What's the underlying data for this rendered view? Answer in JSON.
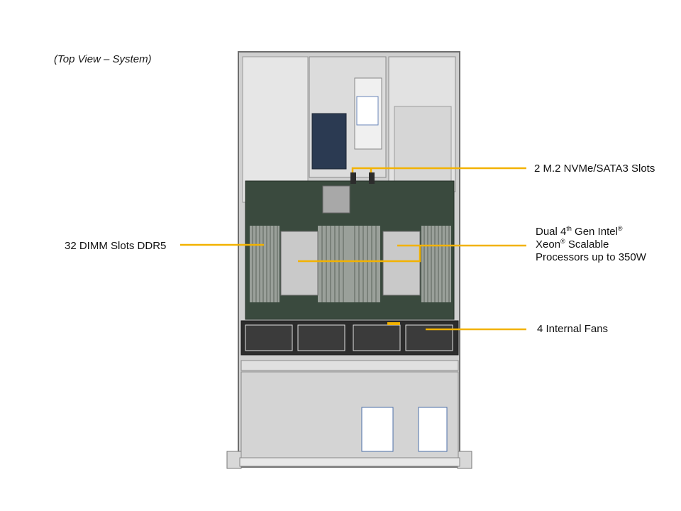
{
  "caption": "(Top View – System)",
  "callouts": {
    "m2": {
      "text": "2 M.2 NVMe/SATA3 Slots"
    },
    "dimm": {
      "text": "32 DIMM Slots DDR5"
    },
    "cpu": {
      "line1_pre": "Dual 4",
      "line1_sup1": "th",
      "line1_mid": " Gen Intel",
      "line1_sup2": "®",
      "line2_pre": "Xeon",
      "line2_sup": "®",
      "line2_post": " Scalable",
      "line3": "Processors up to 350W"
    },
    "fans": {
      "text": "4 Internal  Fans"
    }
  },
  "colors": {
    "leader": "#f2b200",
    "chassis": "#8d8d8d",
    "board": "#3a4a3e",
    "dimm": "#9aa09a"
  }
}
